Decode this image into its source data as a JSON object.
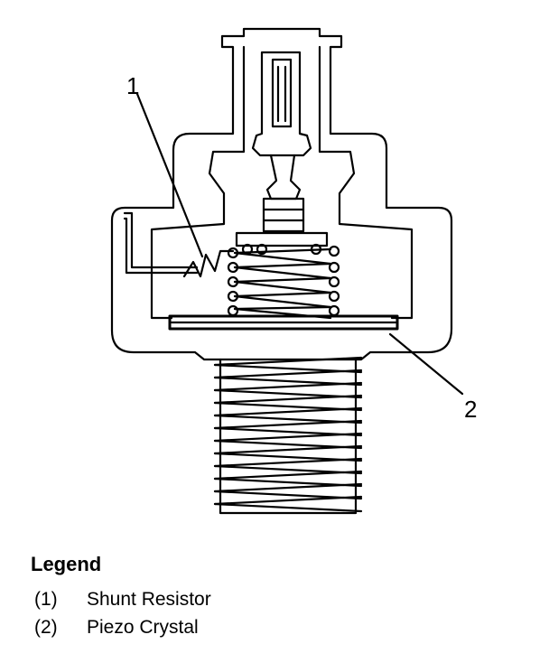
{
  "callouts": [
    {
      "id": "1",
      "label": "1"
    },
    {
      "id": "2",
      "label": "2"
    }
  ],
  "legend": {
    "title": "Legend",
    "items": [
      {
        "number": "(1)",
        "text": "Shunt Resistor"
      },
      {
        "number": "(2)",
        "text": "Piezo Crystal"
      }
    ]
  },
  "colors": {
    "ink": "#000000",
    "paper": "#ffffff"
  }
}
